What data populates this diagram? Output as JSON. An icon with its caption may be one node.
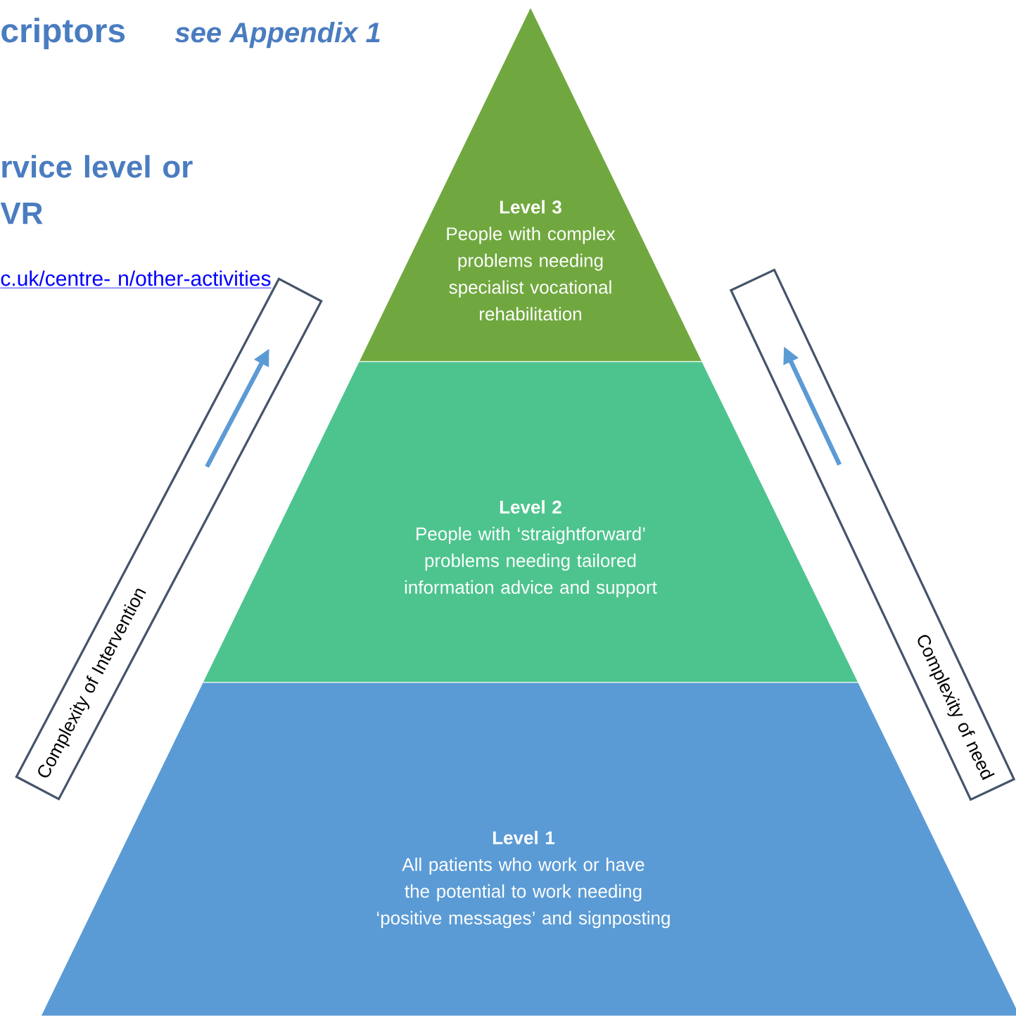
{
  "diagram": {
    "nodes": [
      {
        "text": [
          "Level 3",
          "People with complex problems needing specialist vocational rehabilitation"
        ]
      },
      {
        "text": [
          "Level 2",
          "People with ‘straightforward’ problems needing tailored information advice and support"
        ]
      },
      {
        "text": [
          "Level 1",
          "All patients who work or have the potential to work needing ‘positive messages’ and signposting"
        ]
      },
      {
        "text": [
          "Complexity of Intervention"
        ]
      },
      {
        "text": [
          "Complexity of need"
        ]
      }
    ],
    "labels": [
      "criptors",
      "see Appendix 1",
      "rvice level or VR",
      "c.uk/centre- n/other-activities"
    ]
  }
}
